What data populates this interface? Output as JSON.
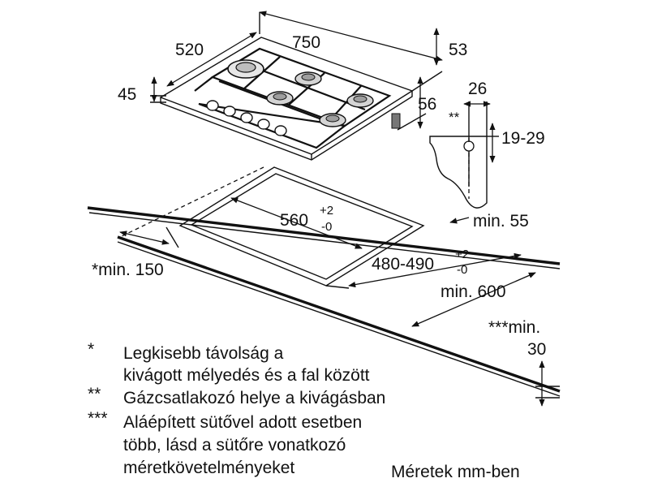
{
  "dimensions": {
    "hob_depth": "520",
    "hob_width": "750",
    "hob_height": "45",
    "rear_offset": "53",
    "connector_offset": "56",
    "profile_width": "26",
    "profile_marker": "**",
    "profile_height": "19-29",
    "cutout_width": "560",
    "cutout_width_tol_plus": "+2",
    "cutout_width_tol_minus": "-0",
    "cutout_depth": "480-490",
    "cutout_depth_tol_plus": "+2",
    "cutout_depth_tol_minus": "-0",
    "wall_distance": "*min. 150",
    "rear_distance": "min. 55",
    "worktop_depth": "min. 600",
    "under_distance_line1": "***min.",
    "under_distance_line2": "30"
  },
  "notes": [
    {
      "mark": "*",
      "lines": [
        "Legkisebb távolság a",
        "kivágott mélyedés és a fal között"
      ]
    },
    {
      "mark": "**",
      "lines": [
        "Gázcsatlakozó helye a kivágásban"
      ]
    },
    {
      "mark": "***",
      "lines": [
        "Aláépített sütővel adott esetben",
        "több, lásd a sütőre vonatkozó",
        "méretkövetelményeket"
      ]
    }
  ],
  "units_note": "Méretek mm-ben"
}
